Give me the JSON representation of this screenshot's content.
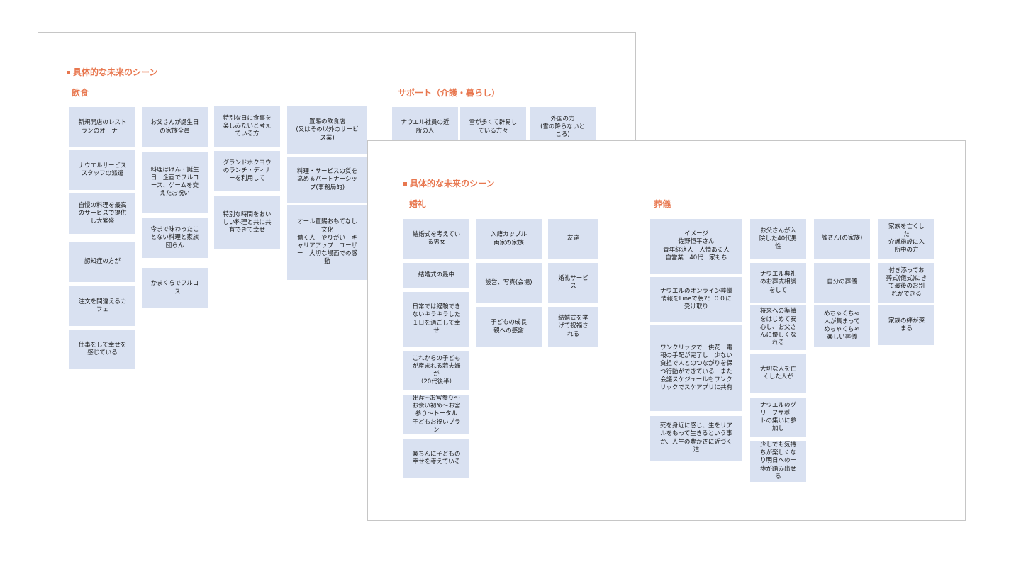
{
  "slide_a": {
    "title": "具体的な未来のシーン",
    "section_food": "飲食",
    "section_support": "サポート（介護・暮らし）",
    "notes": [
      "新規開店のレスト\nランのオーナー",
      "ナウエルサービス\nスタッフの派遣",
      "自慢の料理を最高\nのサービスで提供\nし大繁盛",
      "認知症の方が",
      "注文を間違えるカ\nフェ",
      "仕事をして幸せを\n感じている",
      "お父さんが誕生日\nの家族全員",
      "料理はけん・誕生\n日　企画でフルコ\nース、ゲームを交\nえたお祝い",
      "今まで味わったこ\nとない料理と家族\n団らん",
      "かまくらでフルコ\nース",
      "特別な日に食事を\n楽しみたいと考え\nている方",
      "グランドホクヨウ\nのランチ・ディナ\nーを利用して",
      "特別な時間をおい\nしい料理と共に共\n有できて幸せ",
      "置賜の飲食店\n(又はその以外のサービ\nス業)",
      "料理・サービスの質を\n高めるパートナーシッ\nプ(事務局的)",
      "オール置賜おもてなし\n文化\n働く人　やりがい　キ\nャリアアップ　ユーザ\nー　大切な場面での感\n動",
      "ナウエル社員の近\n所の人",
      "雪が多くて辟易し\nている方々",
      "外国の力\n(雪の降らないと\nころ)"
    ]
  },
  "slide_b": {
    "title": "具体的な未来のシーン",
    "section_wedding": "婚礼",
    "section_funeral": "葬儀",
    "notes": [
      "結婚式を考えてい\nる男女",
      "結婚式の最中",
      "日常では経験でき\nないキラキラした\n１日を過ごして幸\nせ",
      "これからの子ども\nが産まれる若夫婦\nが\n（20代後半）",
      "出産~お宮参り～\nお食い初め～お宮\n参り～トータル\n子どもお祝いプラ\nン",
      "楽ちんに子どもの\n幸せを考えている",
      "入籍カップル\n両家の家族",
      "設営、写真(会場)",
      "子どもの成長\n親への感謝",
      "友達",
      "婚礼サービ\nス",
      "結婚式を挙\nげて祝福さ\nれる",
      "イメージ\n佐野恒平さん\n青年経済人　人情ある人\n自営業　40代　家もち",
      "ナウエルのオンライン葬儀\n情報をLineで朝7：００に\n受け取り",
      "ワンクリックで　供花　電\n報の手配が完了し　少ない\n負担で人とのつながりを保\nつ行動ができている　また\n会議スケジュールもワンク\nリックでスケアプリに共有",
      "死を身近に感じ、生をリア\nルをもって生きるという事\nか、人生の豊かさに近づく\n道",
      "お父さんが入\n院した40代男\n性",
      "ナウエル典礼\nのお葬式相談\nをして",
      "将来への準備\nをはじめて安\n心し、お父さ\nんに優しくな\nれる",
      "大切な人を亡\nくした人が",
      "ナウエルのグ\nリーフサポー\nトの集いに参\n加し",
      "少しでも気持\nちが楽しくな\nり明日への一\n歩が踏み出せ\nる",
      "誰さん(の家族)",
      "自分の葬儀",
      "めちゃくちゃ\n人が集まって\nめちゃくちゃ\n楽しい葬儀",
      "家族を亡くし\nた\n介護施設に入\n所中の方",
      "付き添ってお\n葬式(儀式)にき\nて最後のお別\nれができる",
      "家族の絆が深\nまる"
    ]
  }
}
